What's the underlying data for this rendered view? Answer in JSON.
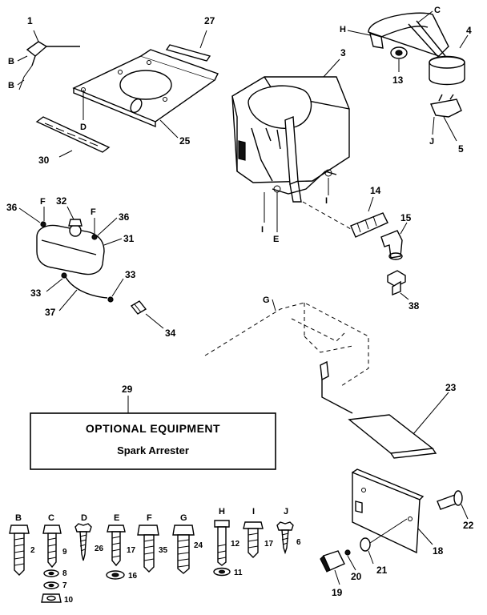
{
  "callouts": {
    "p1": "1",
    "p3": "3",
    "p4": "4",
    "p5": "5",
    "p13": "13",
    "p14": "14",
    "p15": "15",
    "p18": "18",
    "p19": "19",
    "p20": "20",
    "p21": "21",
    "p22": "22",
    "p23": "23",
    "p25": "25",
    "p27": "27",
    "p29": "29",
    "p30": "30",
    "p31": "31",
    "p32": "32",
    "p33a": "33",
    "p33b": "33",
    "p34": "34",
    "p36a": "36",
    "p36b": "36",
    "p37": "37",
    "p38": "38"
  },
  "refs": {
    "b1": "B",
    "b2": "B",
    "c": "C",
    "d": "D",
    "e": "E",
    "f1": "F",
    "f2": "F",
    "g": "G",
    "h": "H",
    "i1": "I",
    "i2": "I",
    "j": "J"
  },
  "optional_box": {
    "title": "OPTIONAL EQUIPMENT",
    "subtitle": "Spark Arrester"
  },
  "hardware": [
    {
      "letter": "B",
      "number": "2"
    },
    {
      "letter": "C",
      "number": "9"
    },
    {
      "letter": "D",
      "number": "26"
    },
    {
      "letter": "E",
      "number": "17"
    },
    {
      "letter": "F",
      "number": "35"
    },
    {
      "letter": "G",
      "number": "24"
    },
    {
      "letter": "H",
      "number": "12"
    },
    {
      "letter": "I",
      "number": "17"
    },
    {
      "letter": "J",
      "number": "6"
    }
  ],
  "washers": {
    "w8": "8",
    "w7": "7",
    "w10": "10",
    "w16": "16",
    "w11": "11"
  }
}
